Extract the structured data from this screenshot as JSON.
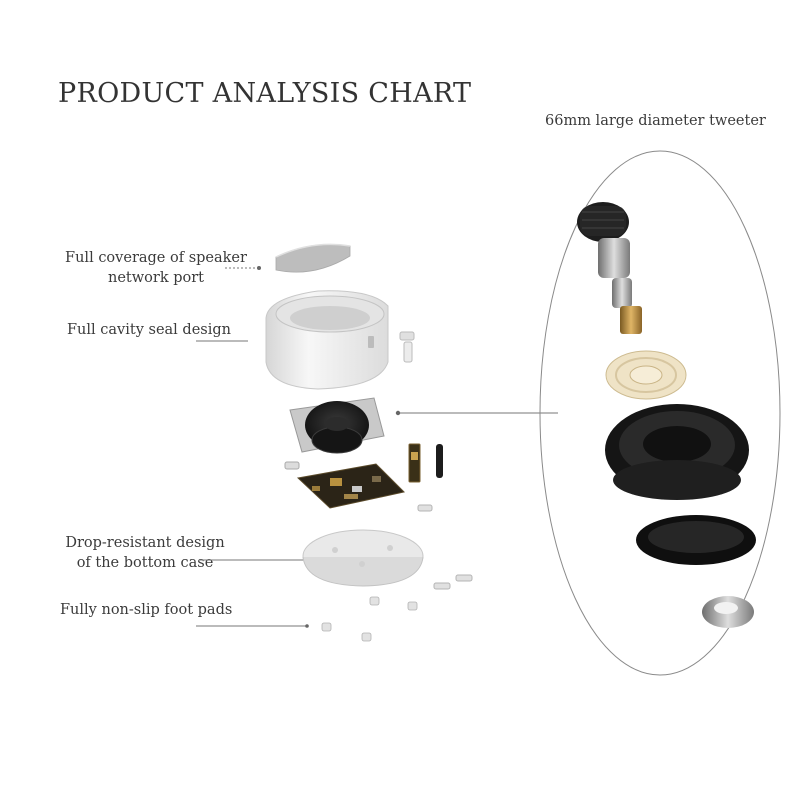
{
  "title": "PRODUCT ANALYSIS CHART",
  "callouts": {
    "tweeter": "66mm large diameter tweeter",
    "port_line1": "Full coverage of speaker",
    "port_line2": "network port",
    "cavity": "Full cavity seal design",
    "bottom_line1": "Drop-resistant design",
    "bottom_line2": "of the bottom case",
    "feet": "Fully non-slip foot pads"
  },
  "colors": {
    "text": "#3b3b3b",
    "leader": "#777777",
    "shell": "#eeeeee",
    "driver": "#1e1e1e",
    "pcb": "#2b2417",
    "ring": "#e8dcc0",
    "brass": "#b88a3a"
  }
}
